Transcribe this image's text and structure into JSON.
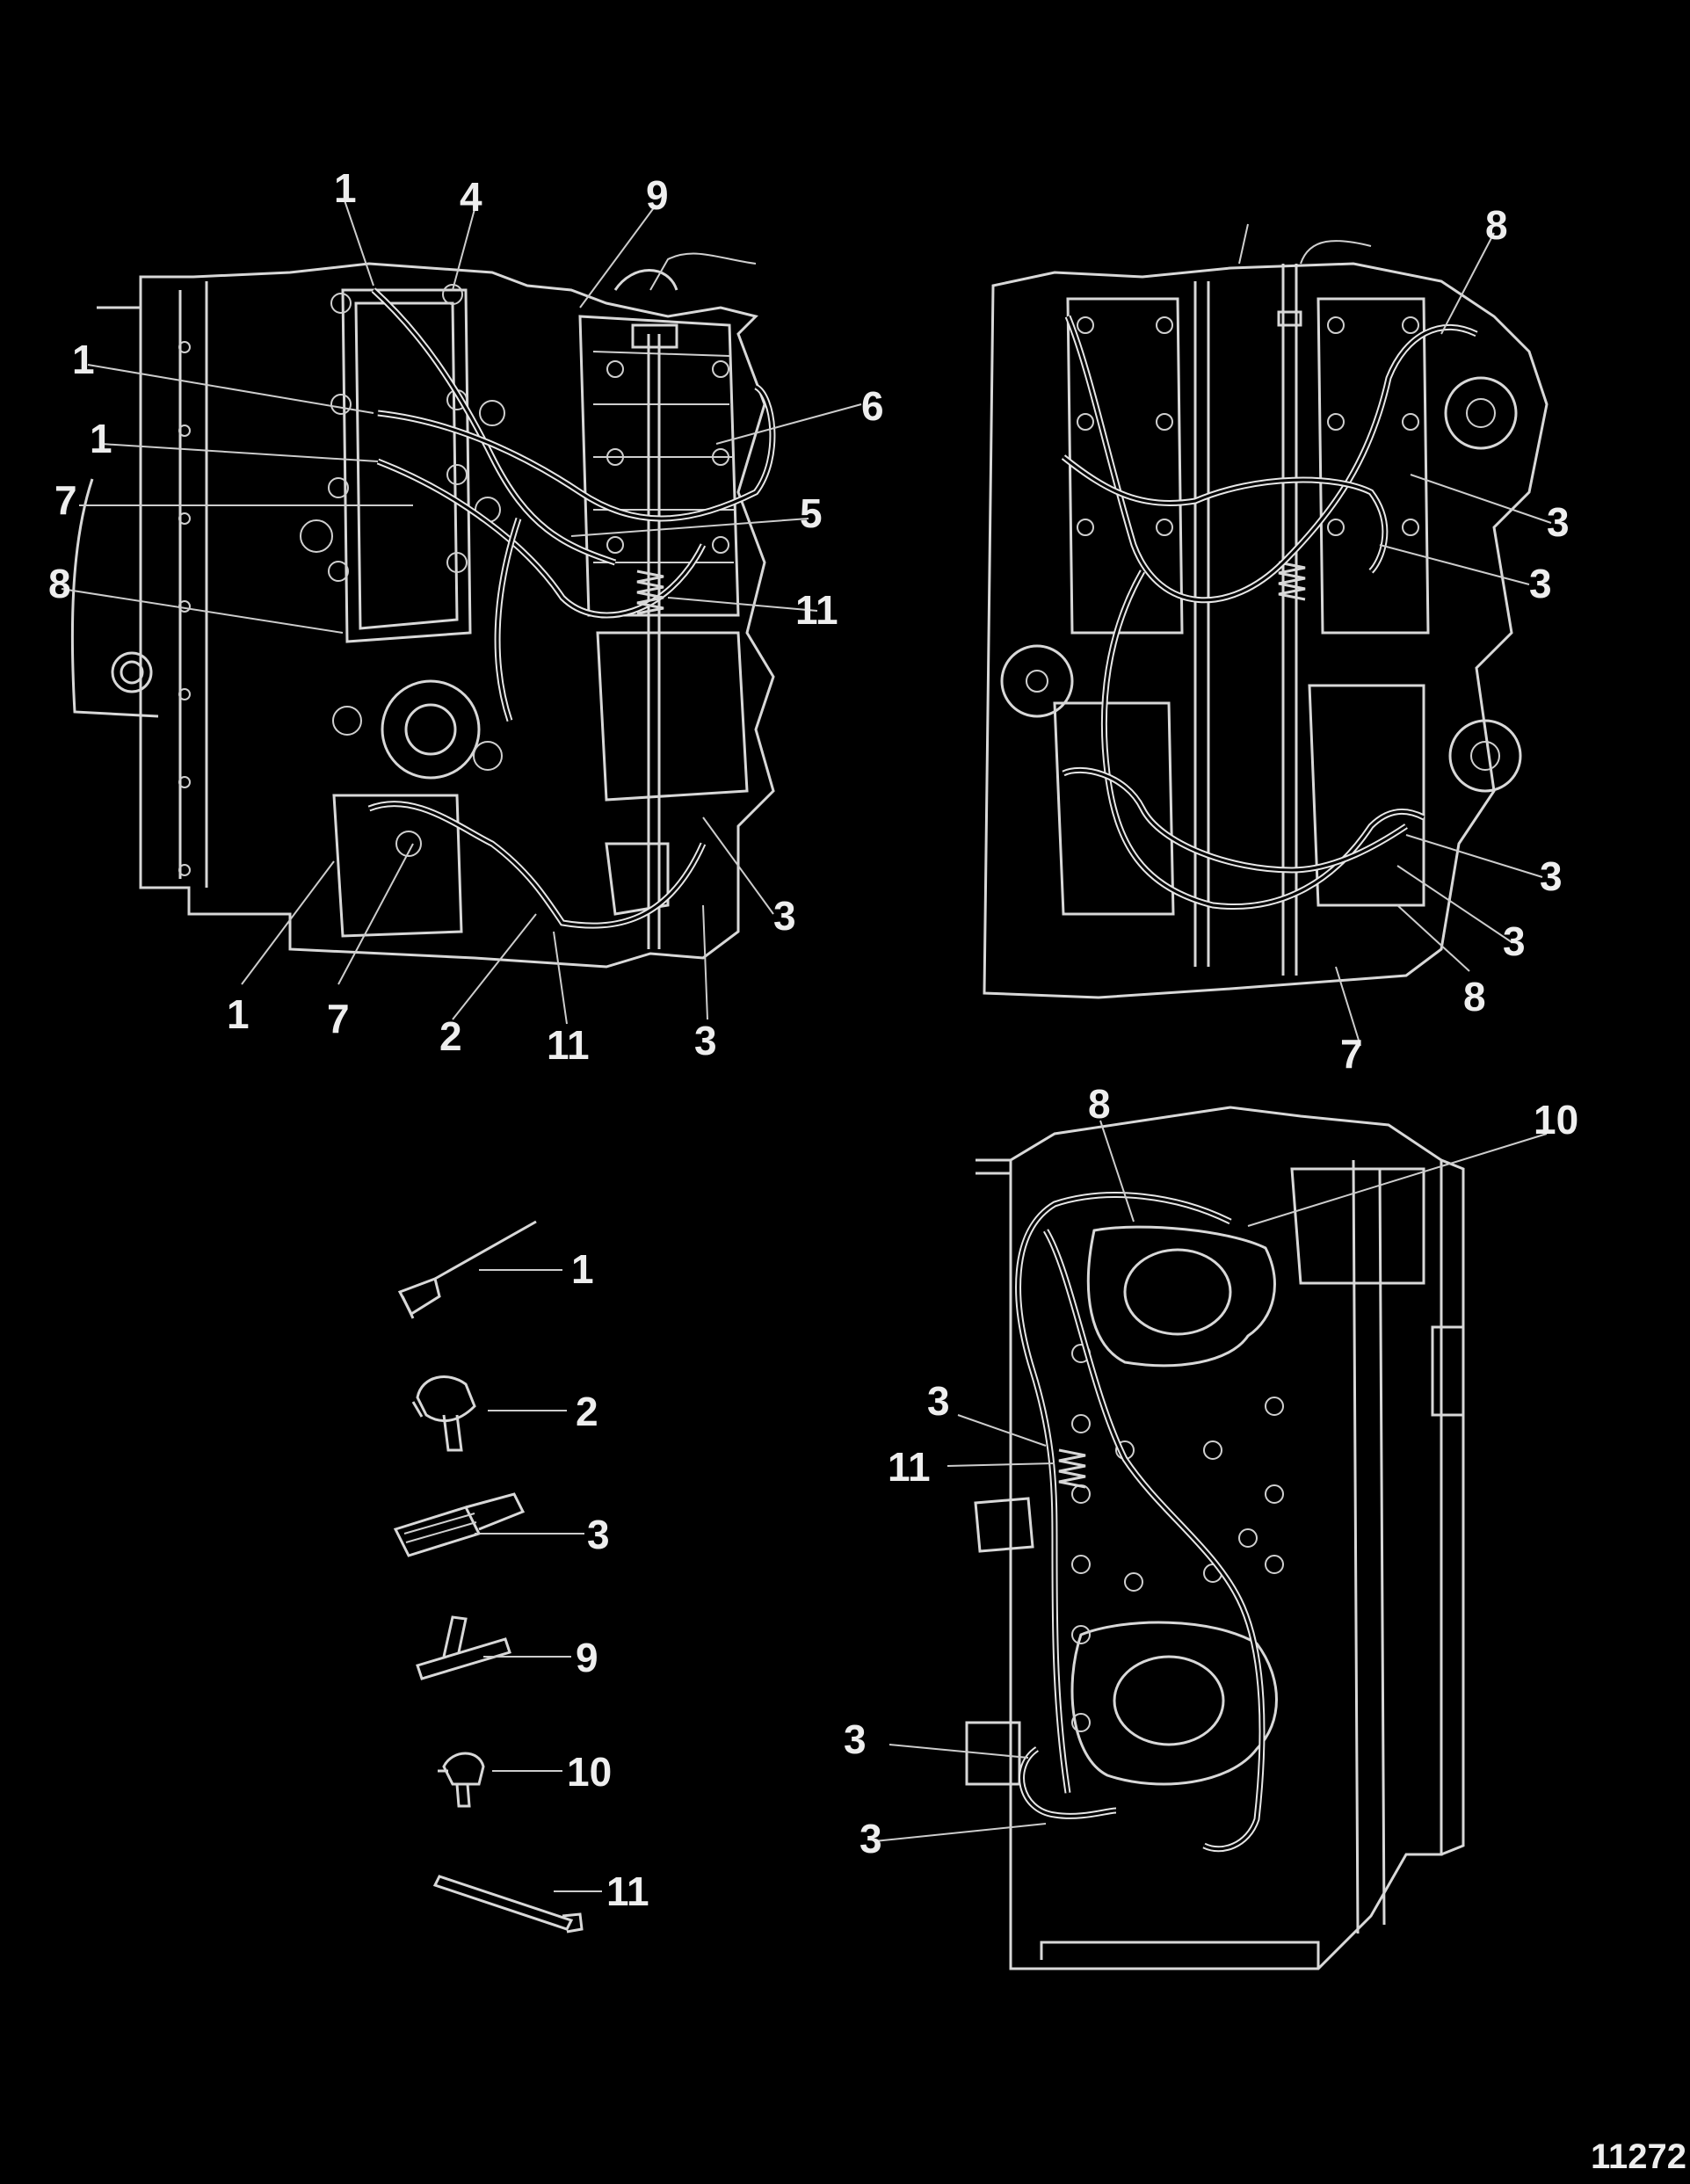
{
  "figure_number": "11272",
  "callouts": {
    "top_left": [
      "1",
      "4",
      "9",
      "1",
      "1",
      "6",
      "7",
      "5",
      "8",
      "11",
      "3",
      "1",
      "7",
      "2",
      "11",
      "3"
    ],
    "top_right": [
      "8",
      "3",
      "3",
      "3",
      "3",
      "8",
      "7"
    ],
    "bottom_right": [
      "8",
      "10",
      "3",
      "11",
      "3",
      "3"
    ],
    "parts_legend": [
      "1",
      "2",
      "3",
      "9",
      "10",
      "11"
    ]
  },
  "parts": [
    {
      "ref": "1",
      "icon": "hose-connector-elbow-icon"
    },
    {
      "ref": "2",
      "icon": "elbow-fitting-icon"
    },
    {
      "ref": "3",
      "icon": "check-valve-icon"
    },
    {
      "ref": "9",
      "icon": "tee-fitting-icon"
    },
    {
      "ref": "10",
      "icon": "elbow-fitting-small-icon"
    },
    {
      "ref": "11",
      "icon": "cable-tie-icon"
    }
  ],
  "colors": {
    "background": "#000000",
    "lines": "#dddddd"
  }
}
